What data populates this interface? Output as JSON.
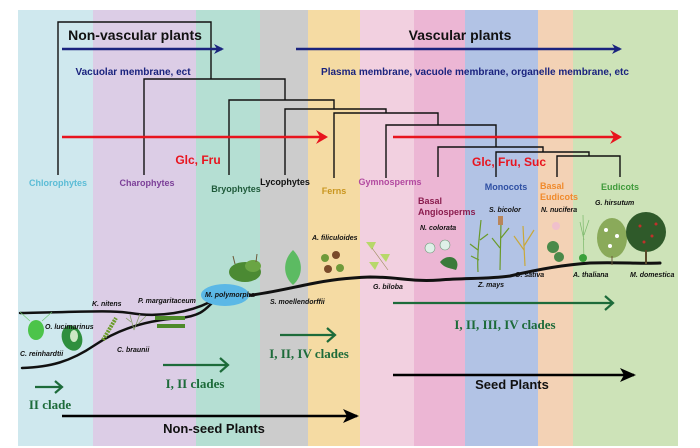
{
  "bands": [
    {
      "id": "chlorophytes",
      "label": "Chlorophytes",
      "fill": "#cfe8ee",
      "label_color": "#5bbcd6"
    },
    {
      "id": "charophytes",
      "label": "Charophytes",
      "fill": "#dccde6",
      "label_color": "#7b3f98"
    },
    {
      "id": "bryophytes",
      "label": "Bryophytes",
      "fill": "#b5dfd3",
      "label_color": "#1f5a3a"
    },
    {
      "id": "lycophytes",
      "label": "Lycophytes",
      "fill": "#cccccc",
      "label_color": "#111111"
    },
    {
      "id": "ferns",
      "label": "Ferns",
      "fill": "#f5dba3",
      "label_color": "#c9961f"
    },
    {
      "id": "gymnosperms",
      "label": "Gymnosperms",
      "fill": "#f2d0e0",
      "label_color": "#b24aa0"
    },
    {
      "id": "basal-angiosperms",
      "label_line1": "Basal",
      "label_line2": "Angiosperms",
      "fill": "#ecb6d4",
      "label_color": "#8a1c4e"
    },
    {
      "id": "monocots",
      "label": "Monocots",
      "fill": "#b2c3e5",
      "label_color": "#2e4fa3"
    },
    {
      "id": "basal-eudicots",
      "label_line1": "Basal",
      "label_line2": "Eudicots",
      "fill": "#f3d2b5",
      "label_color": "#f08a2c"
    },
    {
      "id": "eudicots",
      "label": "Eudicots",
      "fill": "#cde3b8",
      "label_color": "#3f9a3a"
    }
  ],
  "top": {
    "nonvascular_title": "Non-vascular plants",
    "nonvascular_sub": "Vacuolar membrane, ect",
    "vascular_title": "Vascular plants",
    "vascular_sub": "Plasma membrane, vacuole membrane, organelle membrane, etc",
    "blue_color": "#1a237e"
  },
  "sugars": {
    "left": "Glc, Fru",
    "right": "Glc, Fru, Suc",
    "color": "#e8141e"
  },
  "species": {
    "c_reinhardtii": "C. reinhardtii",
    "o_lucimarinus": "O. lucimarinus",
    "k_nitens": "K. nitens",
    "p_margaritaceum": "P. margaritaceum",
    "c_braunii": "C. braunii",
    "m_polymorpha": "M. polymorpha",
    "s_moellendorffii": "S. moellendorffii",
    "a_filiculoides": "A. filiculoides",
    "g_biloba": "G. biloba",
    "n_colorata": "N. colorata",
    "s_bicolor": "S. bicolor",
    "z_mays": "Z. mays",
    "o_sativa": "O. sativa",
    "n_nucifera": "N. nucifera",
    "a_thaliana": "A. thaliana",
    "g_hirsutum": "G. hirsutum",
    "m_domestica": "M. domestica"
  },
  "clades": {
    "c1": "II clade",
    "c2": "I, II clades",
    "c3": "I, II, IV clades",
    "c4": "I, II, III, IV clades",
    "color": "#1d6b3a"
  },
  "bottom": {
    "nonseed": "Non-seed Plants",
    "seed": "Seed Plants"
  }
}
